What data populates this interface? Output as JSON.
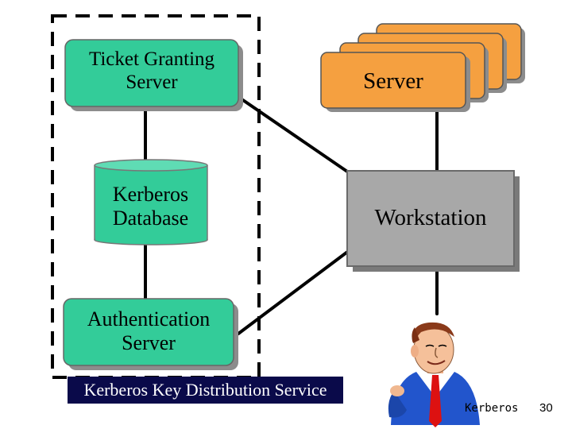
{
  "boundary": {
    "caption": "Kerberos Key Distribution Service"
  },
  "nodes": {
    "tgs": {
      "line1": "Ticket Granting",
      "line2": "Server"
    },
    "db": {
      "line1": "Kerberos",
      "line2": "Database"
    },
    "as": {
      "line1": "Authentication",
      "line2": "Server"
    },
    "server": {
      "label": "Server"
    },
    "workstation": {
      "label": "Workstation"
    }
  },
  "footer": {
    "title": "Kerberos",
    "page": "30"
  },
  "colors": {
    "teal": "#33cc99",
    "orange": "#f5a040",
    "gray": "#a8a8a8",
    "kdc_caption_bg": "#0a0a4a"
  },
  "icons": {
    "user": "user-avatar-icon"
  }
}
